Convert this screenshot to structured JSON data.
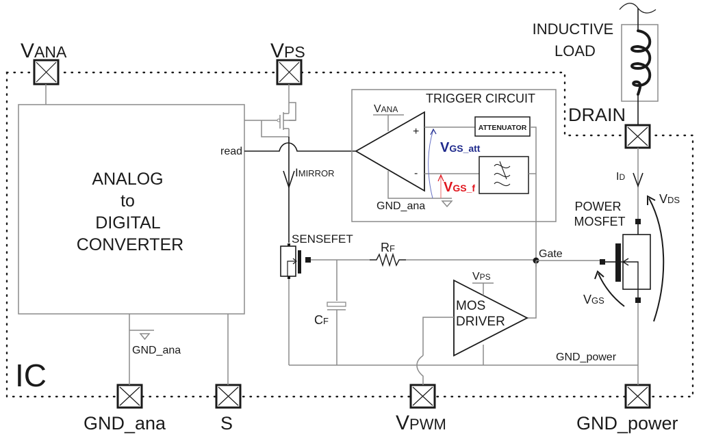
{
  "diagram": {
    "ic_label": "IC",
    "pads": {
      "v_ana": {
        "main": "V",
        "sub": "ANA"
      },
      "v_ps": {
        "main": "V",
        "sub": "PS"
      },
      "drain": {
        "main": "DRAIN",
        "sub": ""
      },
      "gnd_ana": {
        "main": "GND_ana",
        "sub": ""
      },
      "s": {
        "main": "S",
        "sub": ""
      },
      "v_pwm": {
        "main": "V",
        "sub": "PWM"
      },
      "gnd_power": {
        "main": "GND_power",
        "sub": ""
      }
    },
    "adc": {
      "lines": [
        "ANALOG",
        "to",
        "DIGITAL",
        "CONVERTER"
      ],
      "read_label": "read",
      "gnd_label": "GND_ana"
    },
    "mirror": {
      "current_main": "I",
      "current_sub": "MIRROR"
    },
    "trigger": {
      "title": "TRIGGER CIRCUIT",
      "supply": {
        "main": "V",
        "sub": "ANA"
      },
      "plus": "+",
      "minus": "-",
      "ground": "GND_ana",
      "attenuator": "ATTENUATOR",
      "vgs_att": {
        "main": "V",
        "sub": "GS_att",
        "color": "#1f2a8c"
      },
      "vgs_f": {
        "main": "V",
        "sub": "GS_f",
        "color": "#e0161e"
      }
    },
    "sensefet": {
      "label": "SENSEFET"
    },
    "rf": {
      "main": "R",
      "sub": "F"
    },
    "cf": {
      "main": "C",
      "sub": "F"
    },
    "gate_label": "Gate",
    "driver": {
      "lines": [
        "MOS",
        "DRIVER"
      ],
      "supply": {
        "main": "V",
        "sub": "PS"
      }
    },
    "power_mosfet": {
      "lines": [
        "POWER",
        "MOSFET"
      ],
      "id": {
        "main": "I",
        "sub": "D"
      },
      "vds": {
        "main": "V",
        "sub": "DS"
      },
      "vgs": {
        "main": "V",
        "sub": "GS"
      },
      "gnd": "GND_power"
    },
    "load": {
      "lines": [
        "INDUCTIVE",
        "LOAD"
      ]
    }
  }
}
